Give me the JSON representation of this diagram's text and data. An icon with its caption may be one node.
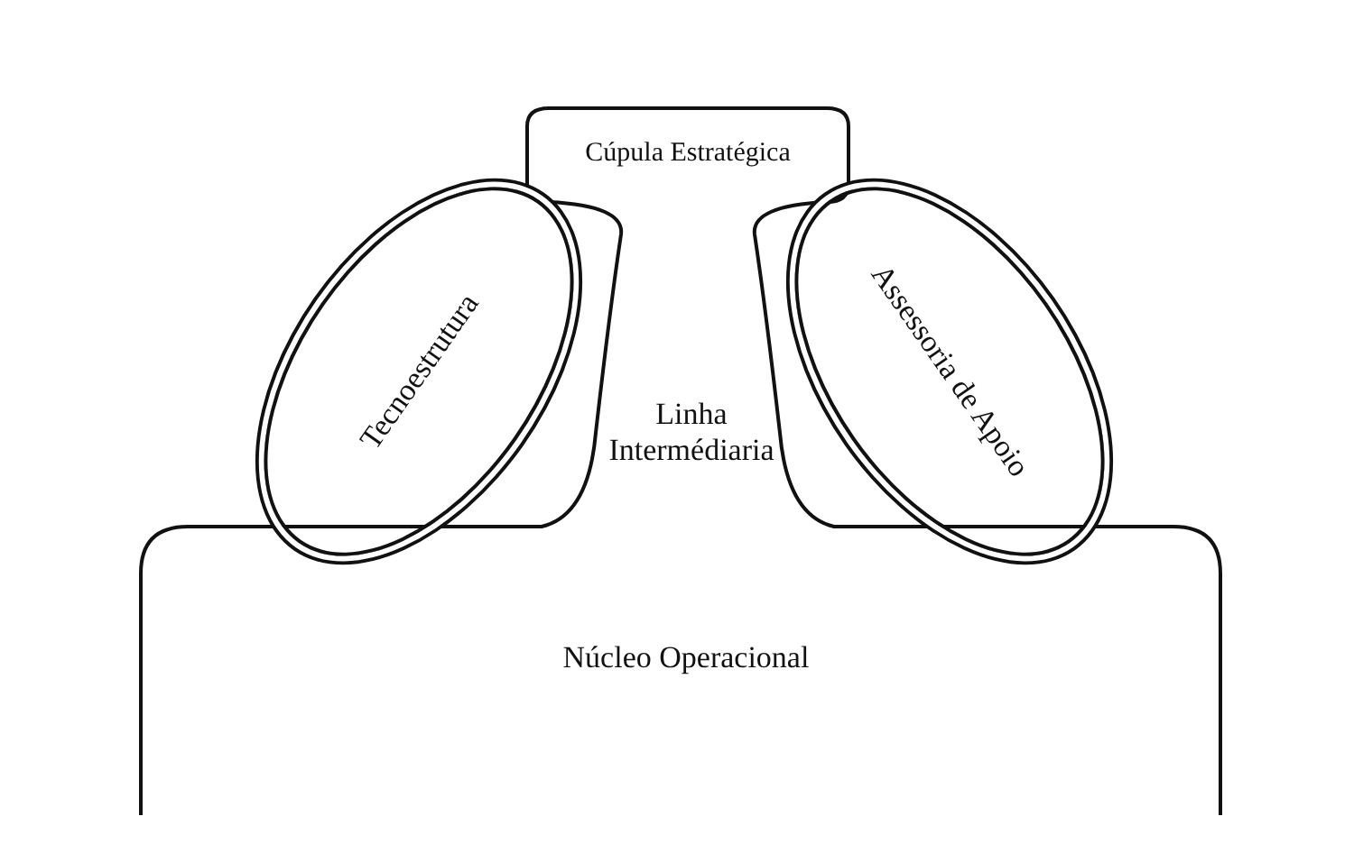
{
  "diagram": {
    "nodes": [
      {
        "text": [
          "Cúpula Estratégica"
        ]
      },
      {
        "text": [
          "Tecnoestrutura"
        ]
      },
      {
        "text": [
          "Linha Intermédiaria"
        ]
      },
      {
        "text": [
          "Assessoria de Apoio"
        ]
      },
      {
        "text": [
          "Núcleo Operacional"
        ]
      }
    ]
  }
}
